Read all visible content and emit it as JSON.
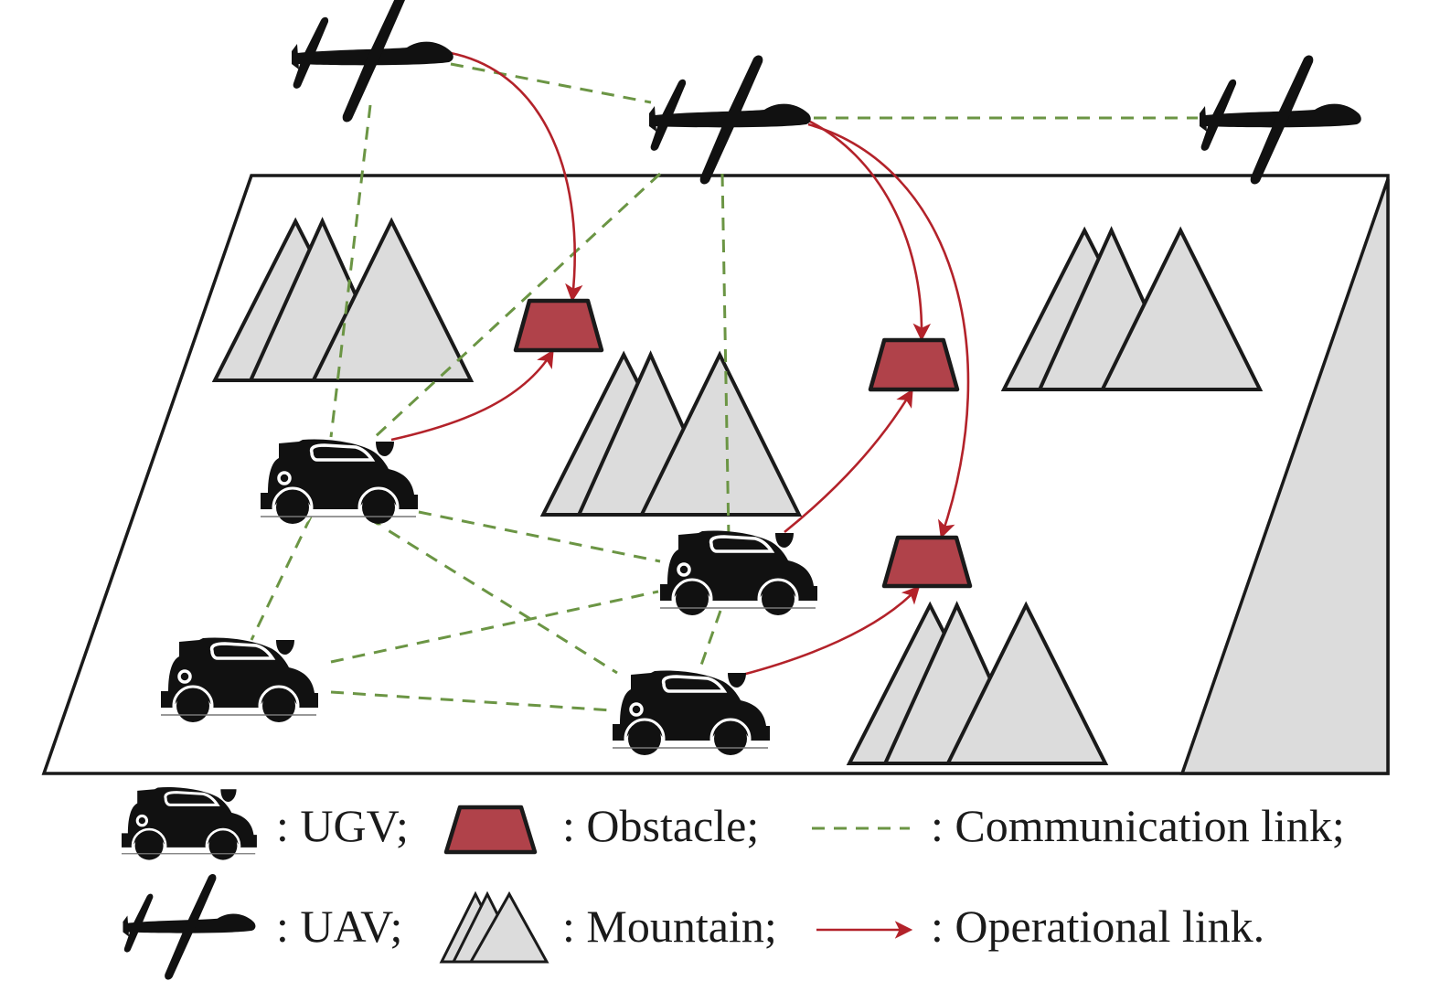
{
  "figure": {
    "title": "UAV-UGV cooperative network over mountainous terrain",
    "colors": {
      "communication_link": "#6b9544",
      "operational_link": "#b3222a",
      "obstacle_fill": "#b0424a",
      "mountain_fill": "#dcdcdc",
      "vehicle": "#111111",
      "outline": "#1a1a1a"
    }
  },
  "nodes": {
    "uavs": [
      {
        "id": "uav-1",
        "icon": "uav-icon"
      },
      {
        "id": "uav-2",
        "icon": "uav-icon"
      },
      {
        "id": "uav-3",
        "icon": "uav-icon"
      }
    ],
    "ugvs": [
      {
        "id": "ugv-1",
        "icon": "ugv-icon"
      },
      {
        "id": "ugv-2",
        "icon": "ugv-icon"
      },
      {
        "id": "ugv-3",
        "icon": "ugv-icon"
      },
      {
        "id": "ugv-4",
        "icon": "ugv-icon"
      }
    ],
    "obstacles": [
      {
        "id": "obstacle-1"
      },
      {
        "id": "obstacle-2"
      },
      {
        "id": "obstacle-3"
      }
    ],
    "mountain_groups": [
      {
        "id": "mountain-group-1"
      },
      {
        "id": "mountain-group-2"
      },
      {
        "id": "mountain-group-3"
      },
      {
        "id": "mountain-group-4"
      }
    ]
  },
  "links": {
    "communication": [
      [
        "uav-1",
        "uav-2"
      ],
      [
        "uav-2",
        "uav-3"
      ],
      [
        "uav-1",
        "ugv-1"
      ],
      [
        "uav-2",
        "ugv-1"
      ],
      [
        "uav-2",
        "ugv-2"
      ],
      [
        "ugv-1",
        "ugv-2"
      ],
      [
        "ugv-1",
        "ugv-3"
      ],
      [
        "ugv-1",
        "ugv-4"
      ],
      [
        "ugv-3",
        "ugv-2"
      ],
      [
        "ugv-3",
        "ugv-4"
      ],
      [
        "ugv-2",
        "ugv-4"
      ]
    ],
    "operational": [
      [
        "uav-1",
        "obstacle-1"
      ],
      [
        "uav-2",
        "obstacle-2"
      ],
      [
        "uav-2",
        "obstacle-3"
      ],
      [
        "ugv-1",
        "obstacle-1"
      ],
      [
        "ugv-2",
        "obstacle-2"
      ],
      [
        "ugv-4",
        "obstacle-3"
      ]
    ]
  },
  "legend": {
    "ugv": ": UGV;",
    "obstacle": ": Obstacle;",
    "communication": ": Communication link;",
    "uav": ": UAV;",
    "mountain": ": Mountain;",
    "operational": ": Operational link."
  }
}
